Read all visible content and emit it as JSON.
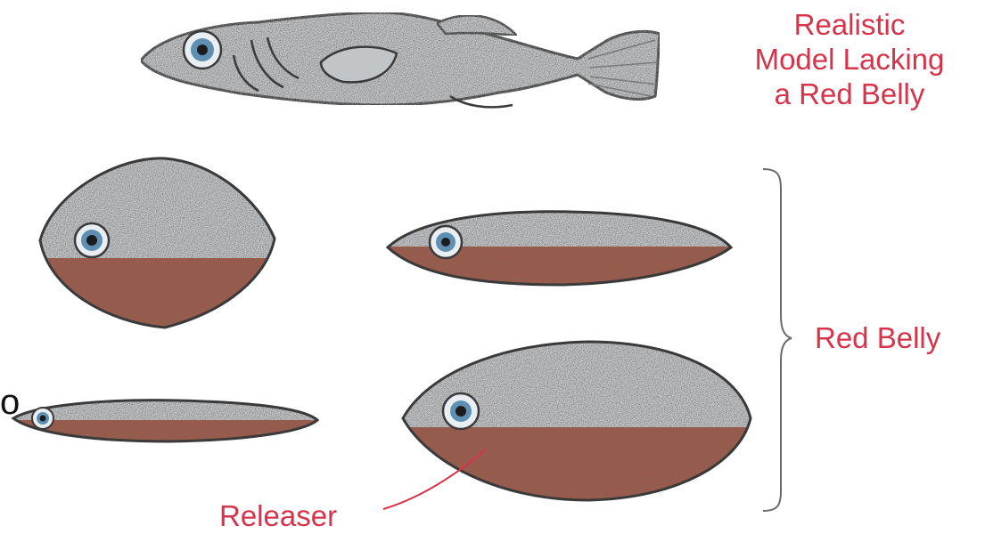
{
  "labels": {
    "realistic_line1": "Realistic",
    "realistic_line2": "Model Lacking",
    "realistic_line3": "a Red Belly",
    "red_belly": "Red Belly",
    "releaser": "Releaser",
    "stray_mark": "o"
  },
  "colors": {
    "label_red": "#d6344a",
    "body_gray": "#c9cccf",
    "belly_red": "#9b5a48",
    "outline": "#3a3a3a",
    "eye_blue": "#5f90b3"
  }
}
